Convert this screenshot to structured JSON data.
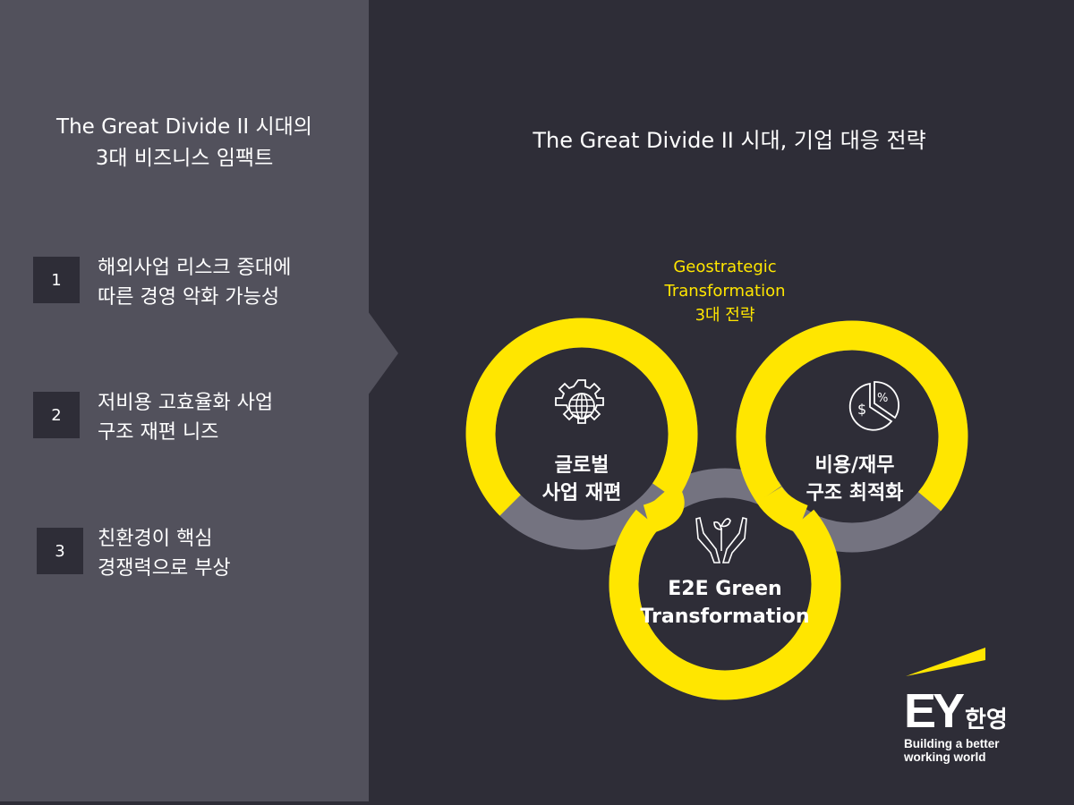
{
  "left_panel": {
    "title_line1": "The Great Divide II 시대의",
    "title_line2": "3대 비즈니스 임팩트",
    "impacts": [
      {
        "number": "1",
        "line1": "해외사업 리스크 증대에",
        "line2": "따른 경영 악화 가능성"
      },
      {
        "number": "2",
        "line1": "저비용 고효율화 사업",
        "line2": "구조 재편 니즈"
      },
      {
        "number": "3",
        "line1": "친환경이 핵심",
        "line2": "경쟁력으로 부상"
      }
    ]
  },
  "right_panel": {
    "title": "The Great Divide II 시대, 기업 대응 전략",
    "strategy_label": {
      "line1": "Geostrategic",
      "line2": "Transformation",
      "line3": "3대 전략"
    },
    "strategies": [
      {
        "icon": "gear-globe-icon",
        "line1": "글로벌",
        "line2": "사업 재편"
      },
      {
        "icon": "pie-chart-dollar-percent-icon",
        "line1": "비용/재무",
        "line2": "구조 최적화"
      },
      {
        "icon": "hands-sprout-icon",
        "line1": "E2E Green",
        "line2": "Transformation"
      }
    ]
  },
  "logo": {
    "letters": "EY",
    "korean": "한영",
    "tagline_line1": "Building a better",
    "tagline_line2": "working world"
  },
  "colors": {
    "accent_yellow": "#ffe600",
    "background_dark": "#2e2d37",
    "panel_gray": "#52515c",
    "arc_gray": "#747380"
  }
}
